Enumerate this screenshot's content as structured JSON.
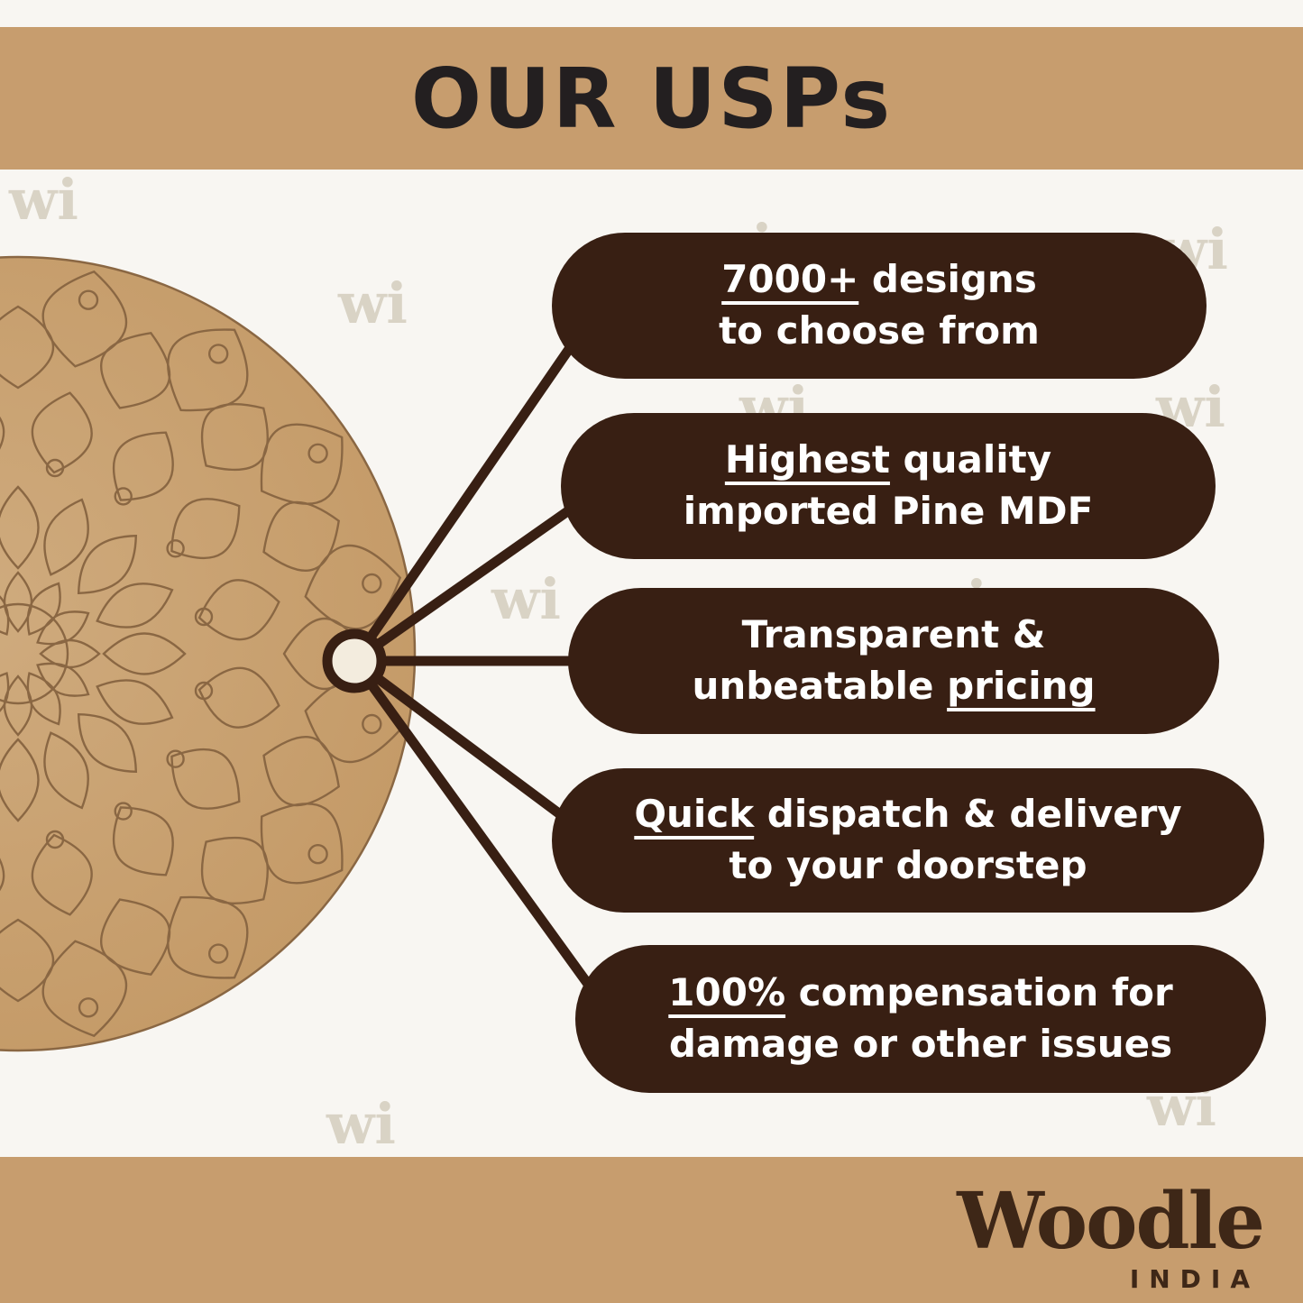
{
  "header": {
    "title": "OUR USPs"
  },
  "watermark": {
    "text": "wi"
  },
  "diagram": {
    "node": "connector-hub",
    "pills": [
      {
        "lines": [
          [
            {
              "t": "7000+",
              "u": true
            },
            {
              "t": " designs",
              "u": false
            }
          ],
          [
            {
              "t": "to choose from",
              "u": false
            }
          ]
        ]
      },
      {
        "lines": [
          [
            {
              "t": "Highest",
              "u": true
            },
            {
              "t": " quality",
              "u": false
            }
          ],
          [
            {
              "t": "imported Pine MDF",
              "u": false
            }
          ]
        ]
      },
      {
        "lines": [
          [
            {
              "t": "Transparent &",
              "u": false
            }
          ],
          [
            {
              "t": "unbeatable ",
              "u": false
            },
            {
              "t": "pricing",
              "u": true
            }
          ]
        ]
      },
      {
        "lines": [
          [
            {
              "t": "Quick",
              "u": true
            },
            {
              "t": " dispatch & delivery",
              "u": false
            }
          ],
          [
            {
              "t": "to your doorstep",
              "u": false
            }
          ]
        ]
      },
      {
        "lines": [
          [
            {
              "t": "100%",
              "u": true
            },
            {
              "t": " compensation for",
              "u": false
            }
          ],
          [
            {
              "t": "damage or other issues",
              "u": false
            }
          ]
        ]
      }
    ]
  },
  "footer": {
    "brand": "Woodle",
    "country": "INDIA"
  },
  "colors": {
    "band": "#C79D6E",
    "pill": "#381F13",
    "ink": "#231F20",
    "board": "#C9A272",
    "boardline": "#8A6743",
    "cream": "#F3ECDE",
    "bg": "#F8F6F2",
    "wm": "#D9D3C5",
    "logo": "#3E2717"
  }
}
